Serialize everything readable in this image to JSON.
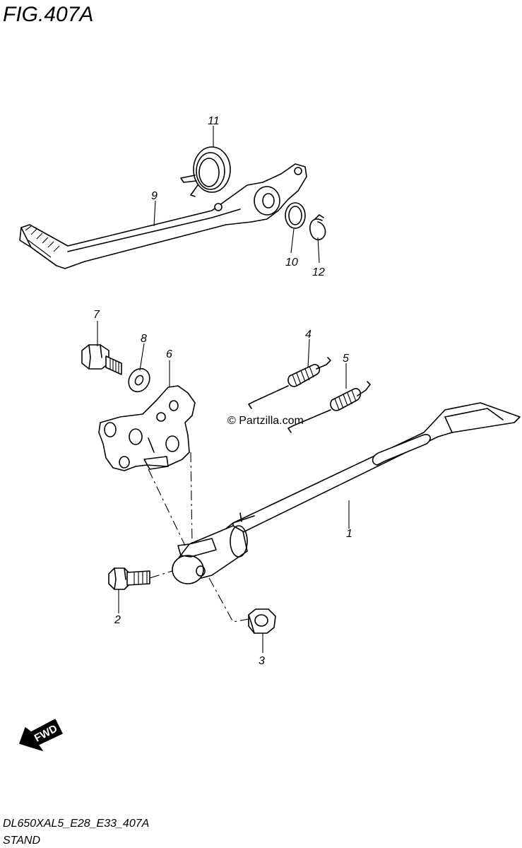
{
  "figure": {
    "title": "FIG.407A",
    "model_code": "DL650XAL5_E28_E33_407A",
    "section_name": "STAND",
    "watermark": "© Partzilla.com",
    "direction_label": "FWD"
  },
  "callouts": [
    "1",
    "2",
    "3",
    "4",
    "5",
    "6",
    "7",
    "8",
    "9",
    "10",
    "11",
    "12"
  ]
}
